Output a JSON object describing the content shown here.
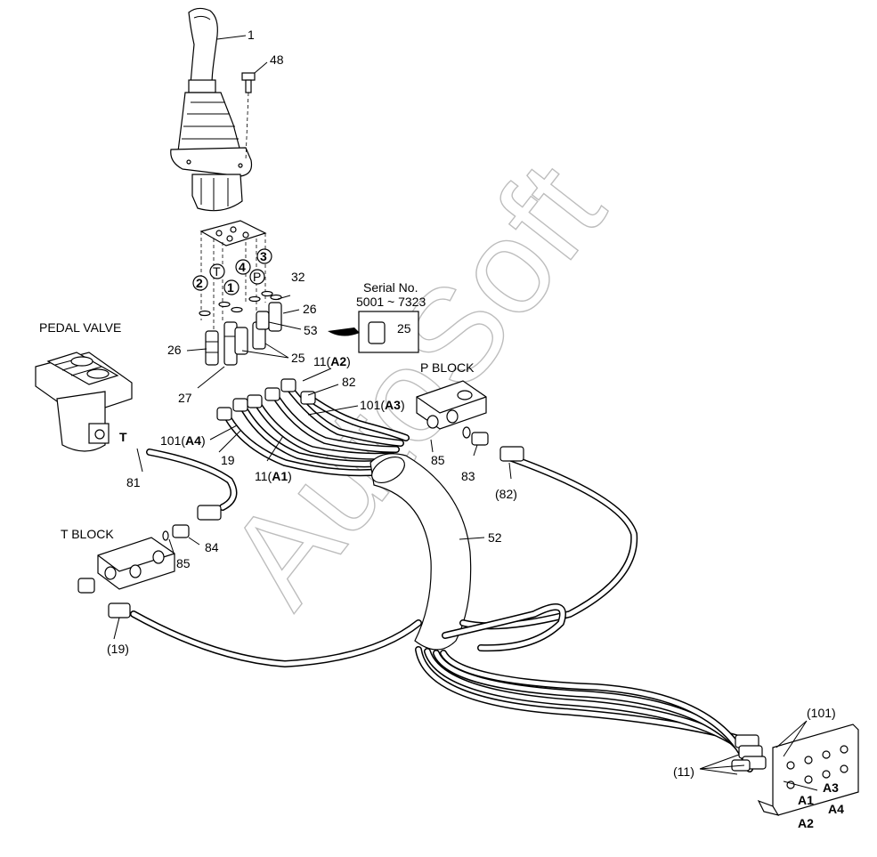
{
  "watermark": "AutoSoft",
  "titles": {
    "pedal_valve": "PEDAL VALVE",
    "p_block": "P BLOCK",
    "t_block": "T BLOCK",
    "serial_line1": "Serial No.",
    "serial_line2": "5001 ~ 7323"
  },
  "callouts": {
    "c1": "1",
    "c48": "48",
    "c32": "32",
    "c26a": "26",
    "c53": "53",
    "c25box": "25",
    "c26b": "26",
    "c25": "25",
    "c27": "27",
    "c11a2_num": "11(",
    "c11a2_port": "A2",
    "c11a2_close": ")",
    "c82": "82",
    "c101a3_num": "101(",
    "c101a3_port": "A3",
    "c101a3_close": ")",
    "c101a4_num": "101(",
    "c101a4_port": "A4",
    "c101a4_close": ")",
    "c19": "19",
    "c11a1_num": "11(",
    "c11a1_port": "A1",
    "c11a1_close": ")",
    "c85a": "85",
    "c83": "83",
    "c82p": "(82)",
    "cT": "T",
    "c81": "81",
    "c84": "84",
    "c85b": "85",
    "c52": "52",
    "c19p": "(19)",
    "c101p": "(101)",
    "c11p": "(11)",
    "pA1": "A1",
    "pA2": "A2",
    "pA3": "A3",
    "pA4": "A4"
  },
  "port_markers": {
    "m2": "2",
    "mT": "T",
    "m1": "1",
    "m4": "4",
    "mP": "P",
    "m3": "3"
  }
}
